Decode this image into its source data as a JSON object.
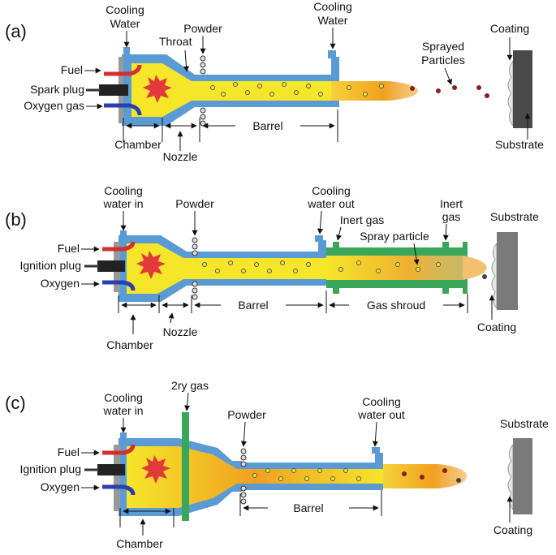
{
  "panel_a": {
    "tag": "(a)",
    "cooling_water_1": [
      "Cooling",
      "Water"
    ],
    "powder": "Powder",
    "throat": "Throat",
    "cooling_water_2": [
      "Cooling",
      "Water"
    ],
    "sprayed_particles": [
      "Sprayed",
      "Particles"
    ],
    "coating": "Coating",
    "fuel": "Fuel",
    "spark_plug": "Spark plug",
    "oxygen_gas": "Oxygen gas",
    "barrel": "Barrel",
    "substrate": "Substrate",
    "chamber": "Chamber",
    "nozzle": "Nozzle"
  },
  "panel_b": {
    "tag": "(b)",
    "cooling_water_in": [
      "Cooling",
      "water in"
    ],
    "powder": "Powder",
    "cooling_water_out": [
      "Cooling",
      "water out"
    ],
    "inert_gas_1": "Inert gas",
    "inert_gas_2": [
      "Inert",
      "gas"
    ],
    "substrate": "Substrate",
    "spray_particle": "Spray particle",
    "fuel": "Fuel",
    "ignition_plug": "Ignition plug",
    "oxygen": "Oxygen",
    "barrel": "Barrel",
    "gas_shroud": "Gas shroud",
    "coating": "Coating",
    "chamber": "Chamber",
    "nozzle": "Nozzle"
  },
  "panel_c": {
    "tag": "(c)",
    "secondary_gas": "2ry gas",
    "cooling_water_in": [
      "Cooling",
      "water in"
    ],
    "powder": "Powder",
    "cooling_water_out": [
      "Cooling",
      "water out"
    ],
    "substrate": "Substrate",
    "fuel": "Fuel",
    "ignition_plug": "Ignition plug",
    "oxygen": "Oxygen",
    "barrel": "Barrel",
    "coating": "Coating",
    "chamber": "Chamber"
  },
  "colors": {
    "jacket": "#5b9bd5",
    "flame": "#f5e62a",
    "flame_tip": "#f0a020",
    "burst": "#e23a3a",
    "fuel_line": "#d32f2f",
    "oxygen_line": "#2a3fb0",
    "shroud": "#3aa65a",
    "substrate_dark": "#4a4a4a",
    "substrate_light": "#7a7a7a",
    "particle": "#8a1f1f"
  }
}
